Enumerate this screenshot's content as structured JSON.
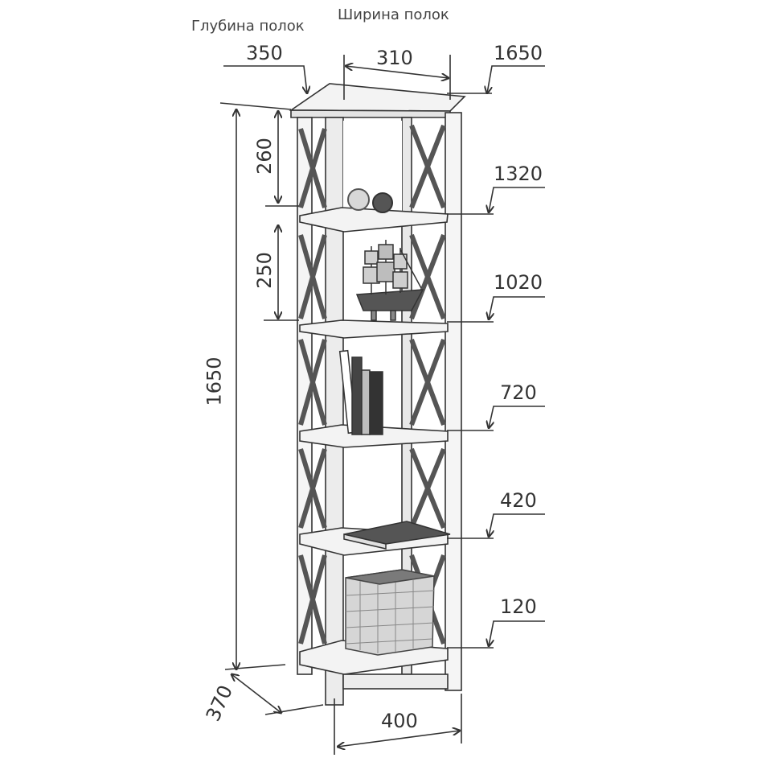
{
  "headers": {
    "depth": "Глубина полок",
    "width": "Ширина полок"
  },
  "dims": {
    "depth_shelf": "350",
    "width_shelf": "310",
    "total_height_right": "1650",
    "total_height_left": "1650",
    "gap_top": "260",
    "gap_second": "250",
    "base_depth": "370",
    "base_width": "400"
  },
  "shelf_levels": [
    {
      "name": "shelf-level-1320",
      "value": "1320"
    },
    {
      "name": "shelf-level-1020",
      "value": "1020"
    },
    {
      "name": "shelf-level-720",
      "value": "720"
    },
    {
      "name": "shelf-level-420",
      "value": "420"
    },
    {
      "name": "shelf-level-120",
      "value": "120"
    }
  ],
  "decor": [
    {
      "name": "decorative-balls",
      "icon": "balls-icon"
    },
    {
      "name": "ship-model",
      "icon": "ship-icon"
    },
    {
      "name": "books",
      "icon": "books-icon"
    },
    {
      "name": "magazine",
      "icon": "magazine-icon"
    },
    {
      "name": "wicker-basket",
      "icon": "basket-icon"
    }
  ],
  "colors": {
    "line": "#333333",
    "wood": "#f2f2f2",
    "wood_dark": "#cfcfcf"
  }
}
